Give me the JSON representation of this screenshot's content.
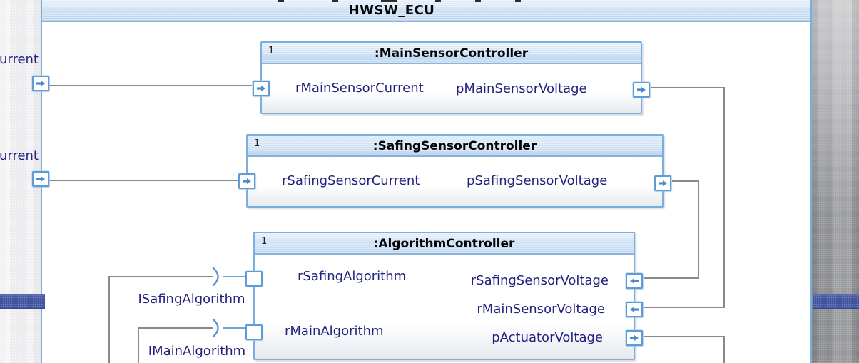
{
  "frame": {
    "title": "HWSW_ECU"
  },
  "margin_labels": [
    {
      "text": "urrent"
    },
    {
      "text": "urrent"
    }
  ],
  "blocks": [
    {
      "multiplicity": "1",
      "title": ":MainSensorController",
      "ports": [
        {
          "name": "rMainSensorCurrent",
          "direction": "in"
        },
        {
          "name": "pMainSensorVoltage",
          "direction": "out"
        }
      ]
    },
    {
      "multiplicity": "1",
      "title": ":SafingSensorController",
      "ports": [
        {
          "name": "rSafingSensorCurrent",
          "direction": "in"
        },
        {
          "name": "pSafingSensorVoltage",
          "direction": "out"
        }
      ]
    },
    {
      "multiplicity": "1",
      "title": ":AlgorithmController",
      "ports": [
        {
          "name": "rSafingAlgorithm",
          "direction": "in"
        },
        {
          "name": "rSafingSensorVoltage",
          "direction": "in"
        },
        {
          "name": "rMainSensorVoltage",
          "direction": "in"
        },
        {
          "name": "rMainAlgorithm",
          "direction": "in"
        },
        {
          "name": "pActuatorVoltage",
          "direction": "out"
        }
      ]
    }
  ],
  "interfaces": [
    {
      "name": "ISafingAlgorithm"
    },
    {
      "name": "IMainAlgorithm"
    }
  ],
  "icons": {
    "arrow_right": "flow arrow pointing right",
    "arrow_left": "flow arrow pointing left",
    "socket": "required-interface half-arc"
  },
  "colors": {
    "label_text": "#23217E",
    "title_text": "#050505",
    "block_border": "#79AEDE",
    "port_border": "#5F9BD8",
    "port_arrow": "#4A8BD0",
    "connector": "#8A8A8A",
    "header_top": "#E4EEFA",
    "header_bottom": "#BCD4EE",
    "background_bar": "#3D4F9A",
    "background_gray": "#939497"
  }
}
